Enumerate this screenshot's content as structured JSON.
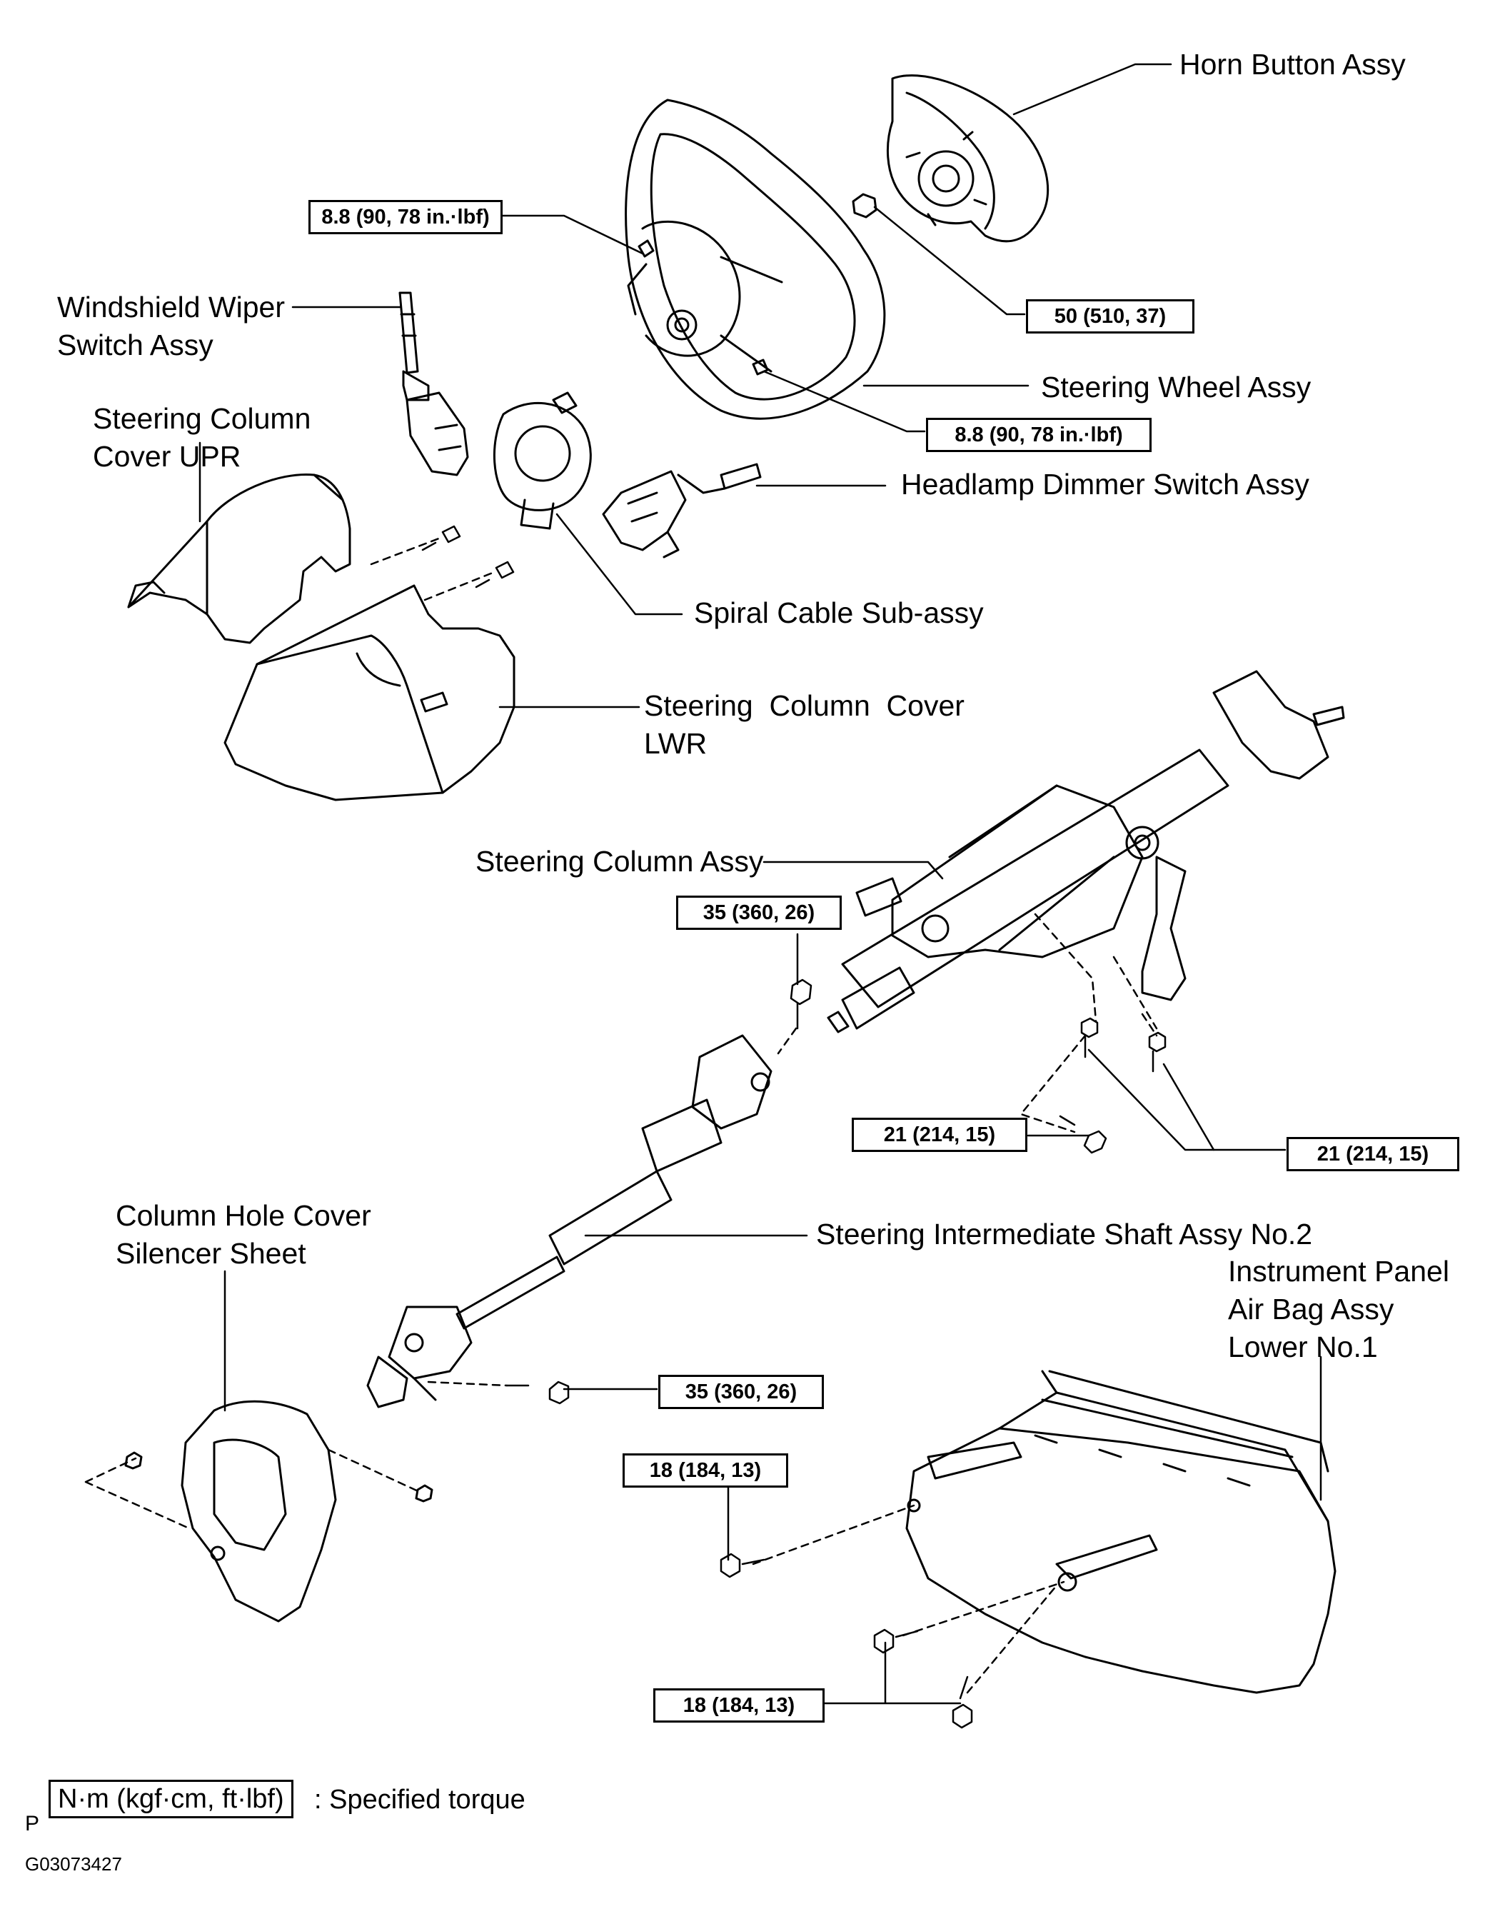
{
  "parts": {
    "horn_button": "Horn Button Assy",
    "wiper_switch": [
      "Windshield Wiper",
      "Switch Assy"
    ],
    "column_cover_upr": [
      "Steering Column",
      "Cover UPR"
    ],
    "steering_wheel": "Steering Wheel Assy",
    "headlamp_switch": "Headlamp Dimmer Switch Assy",
    "spiral_cable": "Spiral Cable Sub-assy",
    "column_cover_lwr": [
      "Steering  Column  Cover",
      "LWR"
    ],
    "steering_column": "Steering Column Assy",
    "intermediate_shaft": "Steering Intermediate Shaft Assy No.2",
    "hole_cover": [
      "Column Hole Cover",
      "Silencer Sheet"
    ],
    "airbag": [
      "Instrument Panel",
      "Air Bag Assy",
      "Lower No.1"
    ]
  },
  "torques": {
    "wheel_bolt_upper": "8.8 (90, 78 in.·lbf)",
    "wheel_nut": "50 (510, 37)",
    "wheel_bolt_lower": "8.8 (90, 78 in.·lbf)",
    "shaft_upper_bolt": "35 (360, 26)",
    "column_bolt_left": "21 (214, 15)",
    "column_bolts_right": "21 (214, 15)",
    "shaft_lower_bolt": "35 (360, 26)",
    "airbag_bolt_upper": "18 (184, 13)",
    "airbag_bolts_lower": "18 (184, 13)"
  },
  "legend": {
    "box": "N·m (kgf·cm, ft·lbf)",
    "text": ": Specified torque",
    "prefix": "P"
  },
  "figure_id": "G03073427"
}
